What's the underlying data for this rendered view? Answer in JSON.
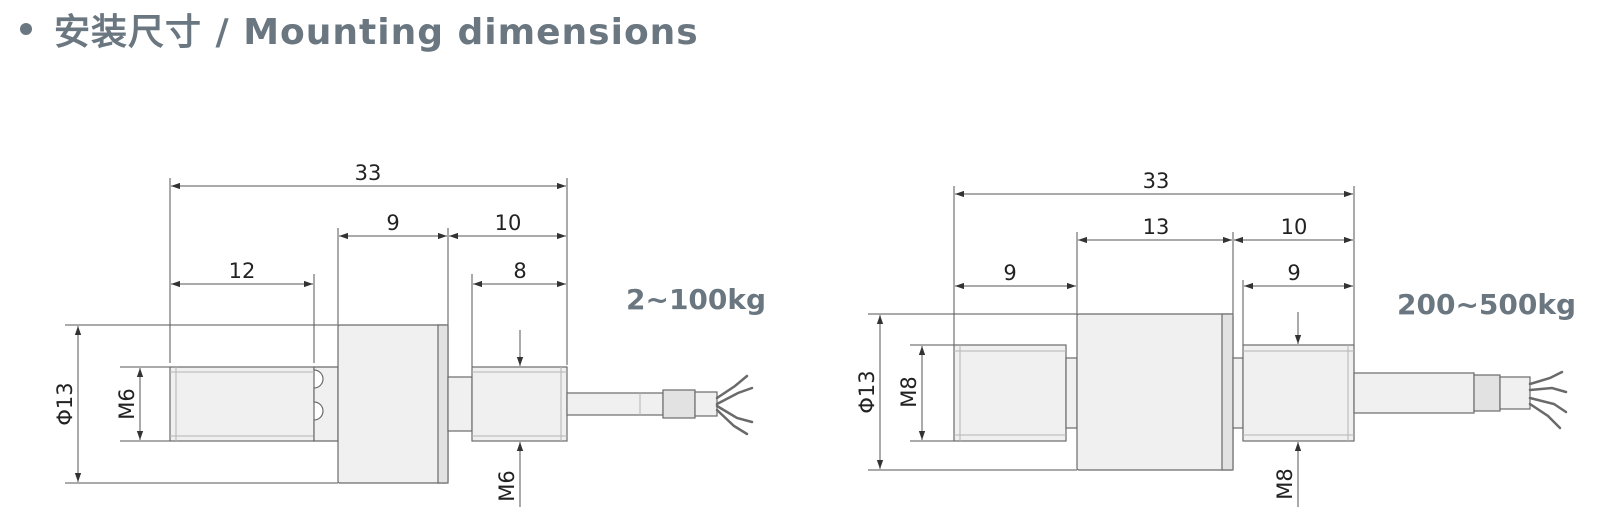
{
  "header": {
    "title": "安装尺寸 / Mounting dimensions"
  },
  "sensor_small": {
    "range": "2~100kg",
    "dims": {
      "total": "33",
      "body": "9",
      "right_section": "10",
      "left_thread": "12",
      "right_thread": "8",
      "diameter": "Φ13",
      "left_thread_size": "M6",
      "right_thread_size": "M6"
    }
  },
  "sensor_large": {
    "range": "200~500kg",
    "dims": {
      "total": "33",
      "body": "13",
      "right_section": "10",
      "left_thread": "9",
      "right_thread": "9",
      "diameter": "Φ13",
      "left_thread_size": "M8",
      "right_thread_size": "M8"
    }
  }
}
